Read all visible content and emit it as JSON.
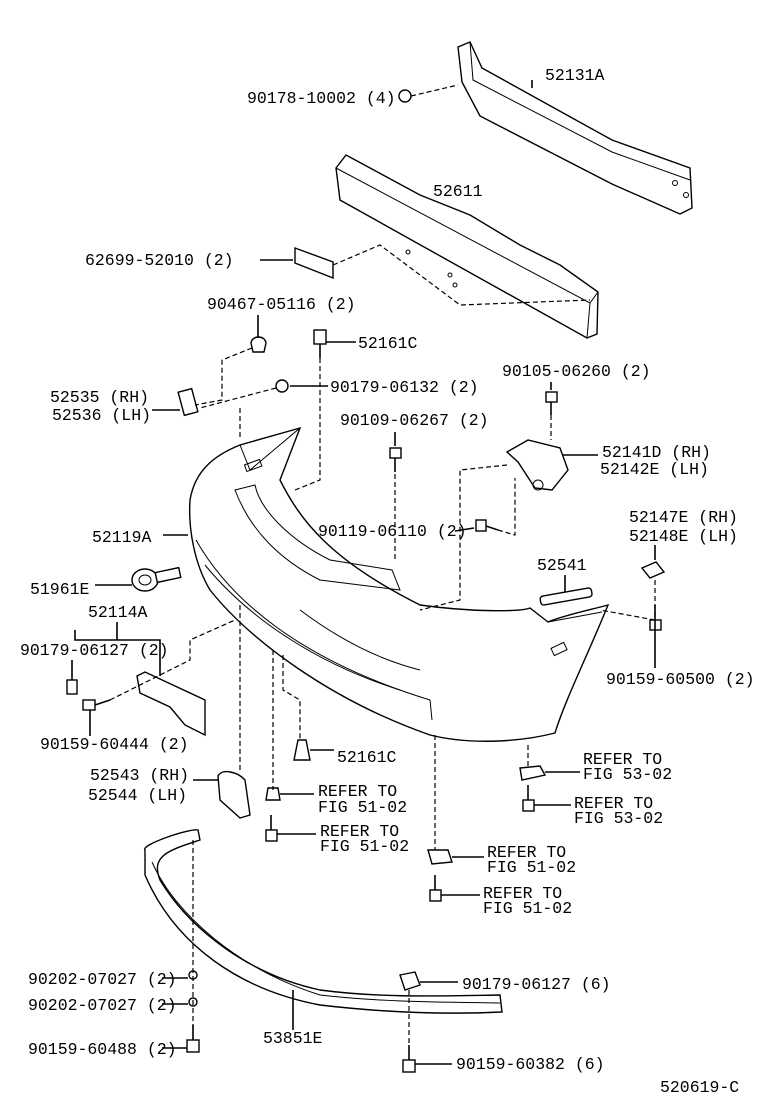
{
  "diagram": {
    "figure_id": "520619-C",
    "labels": {
      "retainer_top": "90178-10002 (4)",
      "reinforcement": "52131A",
      "absorber": "52611",
      "pad": "62699-52010 (2)",
      "clip_90467": "90467-05116 (2)",
      "clip_52161c_top": "52161C",
      "nut_90179_06132": "90179-06132 (2)",
      "bracket_rh": "52535 (RH)",
      "bracket_lh": "52536 (LH)",
      "bolt_90105": "90105-06260 (2)",
      "bolt_90109": "90109-06267 (2)",
      "retainer_rh": "52141D (RH)",
      "retainer_lh": "52142E (LH)",
      "bolt_90119": "90119-06110 (2)",
      "side_retainer_rh": "52147E (RH)",
      "side_retainer_lh": "52148E (LH)",
      "cover": "52119A",
      "seal": "52541",
      "tow_hook": "51961E",
      "plate_bracket": "52114A",
      "nut_90179_06127_2": "90179-06127 (2)",
      "screw_90159_60500": "90159-60500 (2)",
      "screw_90159_60444": "90159-60444 (2)",
      "clip_52161c_bottom": "52161C",
      "cap_rh": "52543 (RH)",
      "cap_lh": "52544 (LH)",
      "washer_a": "90202-07027 (2)",
      "nut_90179_06127_6": "90179-06127 (6)",
      "washer_b": "90202-07027 (2)",
      "spoiler": "53851E",
      "screw_90159_60488": "90159-60488 (2)",
      "screw_90159_60382": "90159-60382 (6)"
    },
    "refers": [
      {
        "line1": "REFER TO",
        "line2": "FIG 53-02"
      },
      {
        "line1": "REFER TO",
        "line2": "FIG 51-02"
      },
      {
        "line1": "REFER TO",
        "line2": "FIG 53-02"
      },
      {
        "line1": "REFER TO",
        "line2": "FIG 51-02"
      },
      {
        "line1": "REFER TO",
        "line2": "FIG 51-02"
      },
      {
        "line1": "REFER TO",
        "line2": "FIG 51-02"
      }
    ]
  }
}
